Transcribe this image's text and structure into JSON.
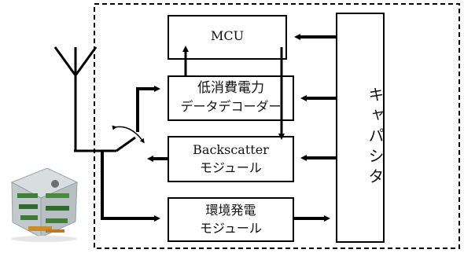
{
  "diagram": {
    "blocks": {
      "mcu": "MCU",
      "decoder_line1": "低消費電力",
      "decoder_line2": "データデコーダー",
      "backscatter_line1": "Backscatter",
      "backscatter_line2": "モジュール",
      "harvester_line1": "環境発電",
      "harvester_line2": "モジュール",
      "capacitor": "キャパシタ"
    },
    "icons": {
      "antenna": "antenna-icon",
      "switch": "rf-switch-icon",
      "device_photo": "sensor-cube-photo"
    },
    "colors": {
      "line": "#000000",
      "box_fill": "#ffffff",
      "background": "#ffffff"
    }
  }
}
